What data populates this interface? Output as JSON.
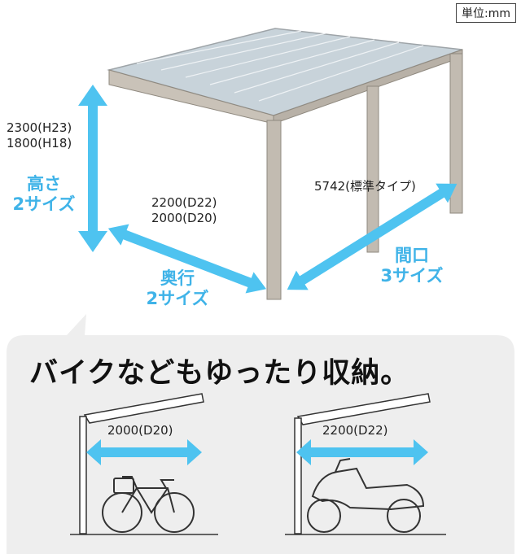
{
  "unit_label": "単位:mm",
  "height": {
    "values": [
      "2300(H23)",
      "1800(H18)"
    ],
    "caption": [
      "高さ",
      "2サイズ"
    ]
  },
  "depth": {
    "values": [
      "2200(D22)",
      "2000(D20)"
    ],
    "caption": [
      "奥行",
      "2サイズ"
    ]
  },
  "width": {
    "value": "5742(標準タイプ)",
    "caption": [
      "間口",
      "3サイズ"
    ]
  },
  "headline": "バイクなどもゆったり収納。",
  "examples": [
    {
      "dimension": "2000(D20)"
    },
    {
      "dimension": "2200(D22)"
    }
  ],
  "colors": {
    "accent_blue": "#4ec3f0",
    "frame": "#bdb6ac",
    "panel_bg": "#eeeeee"
  }
}
